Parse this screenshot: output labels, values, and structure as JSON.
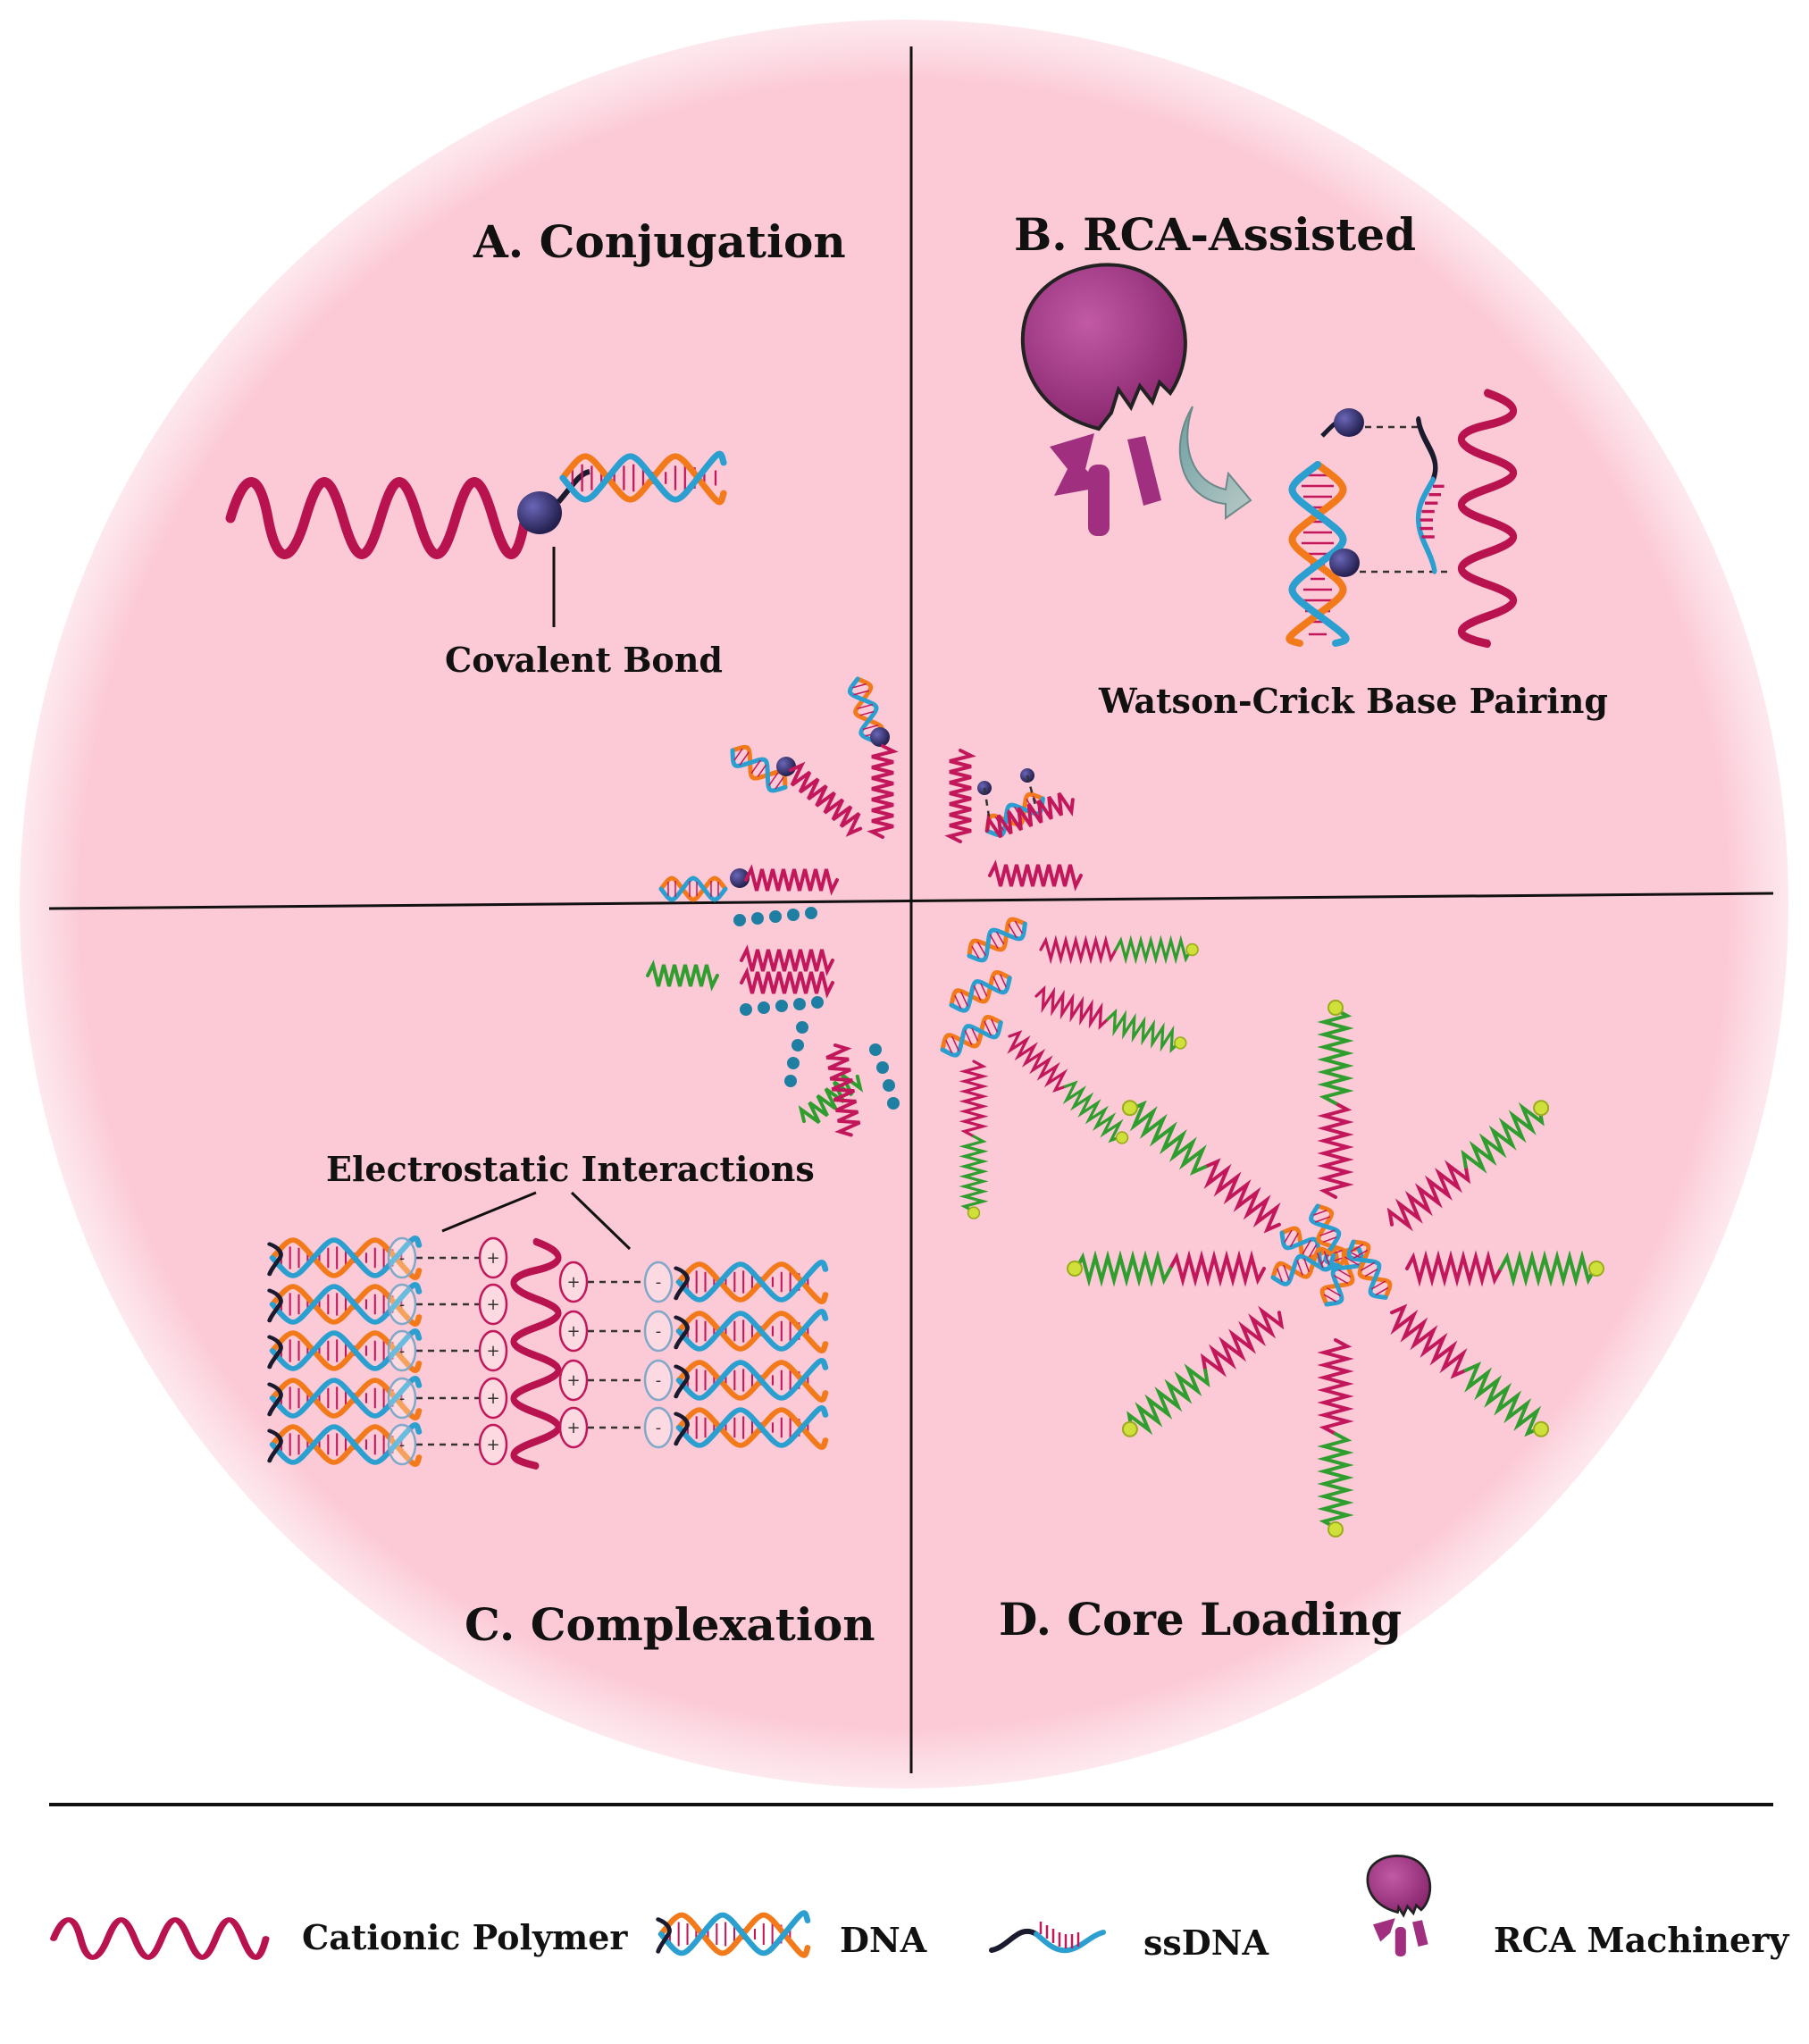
{
  "quadrants": {
    "a": {
      "title": "A. Conjugation",
      "label": "Covalent Bond"
    },
    "b": {
      "title": "B. RCA-Assisted",
      "label": "Watson-Crick Base Pairing"
    },
    "c": {
      "title": "C. Complexation",
      "label": "Electrostatic Interactions"
    },
    "d": {
      "title": "D. Core Loading"
    }
  },
  "charges": {
    "negative": "-",
    "positive": "+"
  },
  "legend": {
    "cationic_polymer": "Cationic Polymer",
    "dna": "DNA",
    "ssdna": "ssDNA",
    "rca_machinery": "RCA Machinery"
  },
  "colors": {
    "background_circle": "#fcc9d6",
    "cationic_polymer": "#b8124f",
    "dna_strand_1": "#f27a1a",
    "dna_strand_2": "#2a9fd0",
    "rca_machinery": "#a0307f",
    "anchor": "#3b3585",
    "shell_polymer": "#2f9e2f"
  },
  "icons": [
    "cationic-polymer-icon",
    "dna-icon",
    "ssdna-icon",
    "rca-machinery-icon",
    "curved-arrow-icon"
  ]
}
